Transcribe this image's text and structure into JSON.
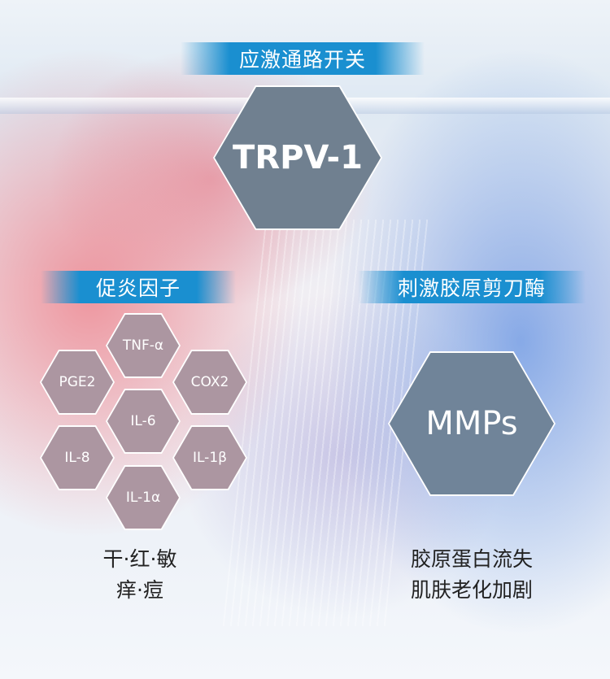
{
  "top": {
    "banner": "应激通路开关",
    "center": "TRPV-1"
  },
  "left": {
    "banner": "促炎因子",
    "factors": [
      "TNF-α",
      "PGE2",
      "COX2",
      "IL-6",
      "IL-8",
      "IL-1β",
      "IL-1α"
    ],
    "effects": [
      "干·红·敏",
      "痒·痘"
    ]
  },
  "right": {
    "banner": "刺激胶原剪刀酶",
    "center": "MMPs",
    "effects": [
      "胶原蛋白流失",
      "肌肤老化加剧"
    ]
  },
  "colors": {
    "banner": "#1a8fd0"
  }
}
